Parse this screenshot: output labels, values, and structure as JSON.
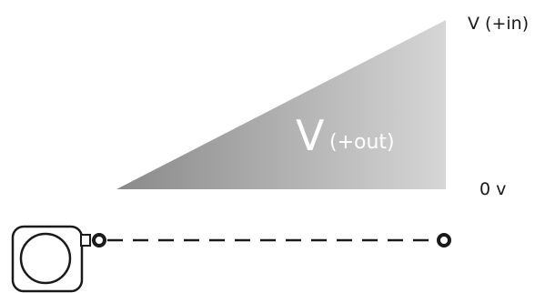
{
  "labels": {
    "top_voltage": "V (+in)",
    "bottom_voltage": "0 v",
    "output_symbol": "V",
    "output_suffix": "(+out)"
  },
  "colors": {
    "wedge_light": "#d6d6d6",
    "wedge_dark": "#8a8a8a",
    "line": "#1a1a1a",
    "label_text": "#1a1a1a",
    "output_text": "#ffffff"
  },
  "icons": {
    "knob": "potentiometer-knob-icon"
  }
}
